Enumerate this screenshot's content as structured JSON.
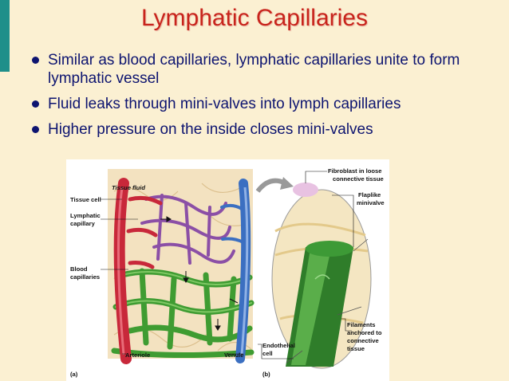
{
  "slide": {
    "title": "Lymphatic Capillaries",
    "bullets": [
      "Similar as blood capillaries, lymphatic capillaries unite to form lymphatic vessel",
      "Fluid leaks through mini-valves into lymph capillaries",
      "Higher pressure on the inside closes mini-valves"
    ]
  },
  "figure": {
    "labels": {
      "tissue_fluid": "Tissue fluid",
      "tissue_cell": "Tissue cell",
      "lymphatic_capillary_1": "Lymphatic",
      "lymphatic_capillary_2": "capillary",
      "blood_capillaries_1": "Blood",
      "blood_capillaries_2": "capillaries",
      "arteriole": "Arteriole",
      "venule": "Venule",
      "panel_a": "(a)",
      "fibroblast_1": "Fibroblast in loose",
      "fibroblast_2": "connective tissue",
      "flaplike_1": "Flaplike",
      "flaplike_2": "minivalve",
      "endothelial_1": "Endothelial",
      "endothelial_2": "cell",
      "filaments_1": "Filaments",
      "filaments_2": "anchored to",
      "filaments_3": "connective",
      "filaments_4": "tissue",
      "panel_b": "(b)"
    }
  }
}
